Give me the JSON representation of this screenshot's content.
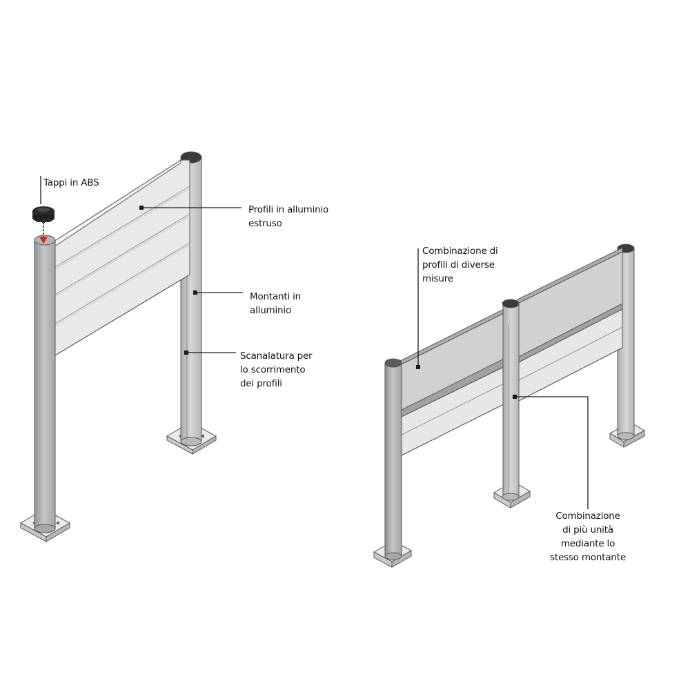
{
  "labels": {
    "tappi": "Tappi in ABS",
    "profili": "Profili in alluminio\nestruso",
    "montanti": "Montanti in\nalluminio",
    "scanalatura": "Scanalatura per\nlo scorrimento\ndei profili",
    "combinazione_profili": "Combinazione di\nprofili di diverse\nmisure",
    "combinazione_unita": "Combinazione\ndi più unità\nmediante lo\nstesso montante"
  },
  "colors": {
    "post_dark": "#8f9192",
    "post_mid": "#b8babb",
    "post_light": "#d6d8d9",
    "panel_light": "#e4e6e7",
    "panel_grey": "#cfd1d2",
    "outline": "#555759",
    "leader": "#1a1a1a",
    "arrow": "#e0201a",
    "cap": "#2a2b2c"
  }
}
